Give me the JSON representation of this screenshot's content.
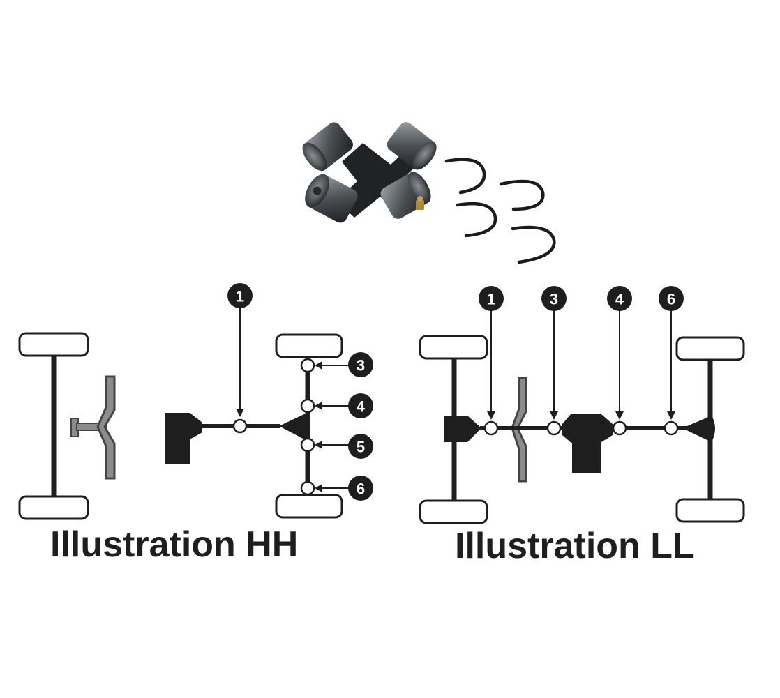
{
  "illustrations": [
    {
      "caption": "Illustration HH",
      "joint_labels": [
        "1",
        "3",
        "4",
        "5",
        "6"
      ]
    },
    {
      "caption": "Illustration LL",
      "joint_labels": [
        "1",
        "3",
        "4",
        "6"
      ]
    }
  ],
  "colors": {
    "line": "#1e1e1e",
    "steering_link": "#8c8c8c",
    "background": "#ffffff"
  },
  "icons": [
    "universal-joint-cross-icon",
    "snap-ring-clip-icon"
  ]
}
